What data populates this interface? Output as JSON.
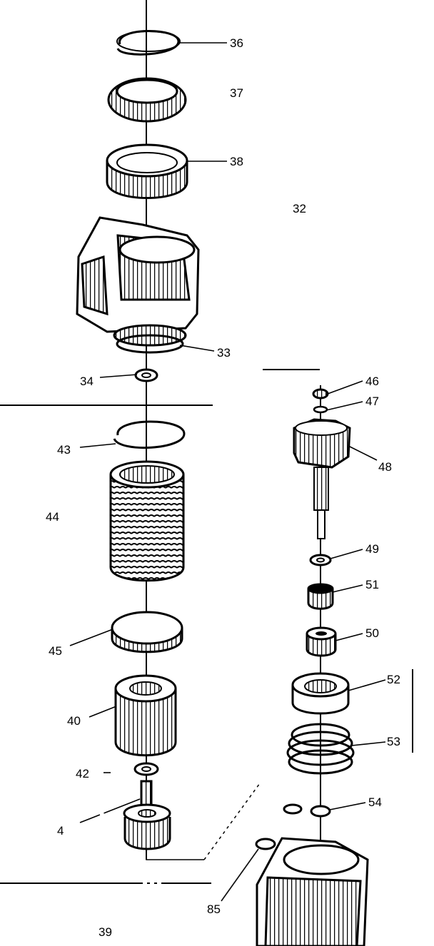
{
  "diagram": {
    "colors": {
      "ink": "#000000",
      "paper": "#ffffff",
      "shade": "#555555"
    },
    "labels": {
      "l36": "36",
      "l37": "37",
      "l38": "38",
      "l32": "32",
      "l33": "33",
      "l34": "34",
      "l46": "46",
      "l47": "47",
      "l48": "48",
      "l43": "43",
      "l44": "44",
      "l49": "49",
      "l51": "51",
      "l50": "50",
      "l52": "52",
      "l45": "45",
      "l40": "40",
      "l53": "53",
      "l42": "42",
      "l54": "54",
      "l4": "4",
      "l85": "85",
      "l39": "39"
    }
  }
}
